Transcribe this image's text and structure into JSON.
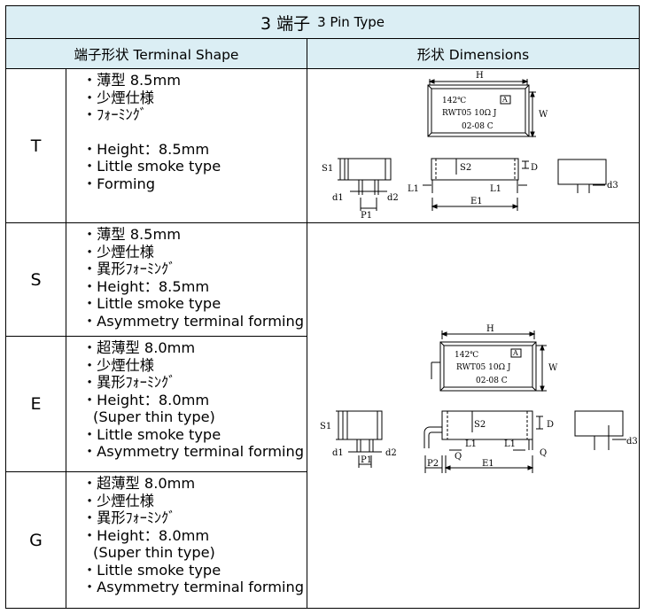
{
  "title": {
    "main": "3 端子",
    "sub": "3 Pin Type"
  },
  "headers": {
    "terminal_shape": "端子形状 Terminal Shape",
    "dimensions": "形状 Dimensions"
  },
  "rows": [
    {
      "code": "T",
      "lines_a": [
        "・薄型 8.5mm",
        "・少煙仕様",
        "・ﾌｫｰﾐﾝｸﾞ"
      ],
      "lines_b": [
        "・Height：8.5mm",
        "・Little smoke type",
        "・Forming"
      ]
    },
    {
      "code": "S",
      "lines": [
        "・薄型 8.5mm",
        "・少煙仕様",
        "・異形ﾌｫｰﾐﾝｸﾞ",
        "・Height：8.5mm",
        "・Little smoke type",
        "・Asymmetry terminal forming"
      ]
    },
    {
      "code": "E",
      "lines": [
        "・超薄型 8.0mm",
        "・少煙仕様",
        "・異形ﾌｫｰﾐﾝｸﾞ",
        "・Height：8.0mm",
        "(Super thin type)",
        "・Little smoke type",
        "・Asymmetry terminal forming"
      ]
    },
    {
      "code": "G",
      "lines": [
        "・超薄型 8.0mm",
        "・少煙仕様",
        "・異形ﾌｫｰﾐﾝｸﾞ",
        "・Height：8.0mm",
        "(Super thin type)",
        "・Little smoke type",
        "・Asymmetry terminal forming"
      ]
    }
  ],
  "drawing": {
    "marking_lines": [
      "142℃",
      "RWT05 10Ω J",
      "02-08 C"
    ],
    "marking_box": "A",
    "labels": {
      "H": "H",
      "W": "W",
      "S1": "S1",
      "S2": "S2",
      "D": "D",
      "d1": "d1",
      "d2": "d2",
      "d3": "d3",
      "P1": "P1",
      "P2": "P2",
      "L1": "L1",
      "E1": "E1",
      "Q": "Q"
    }
  }
}
